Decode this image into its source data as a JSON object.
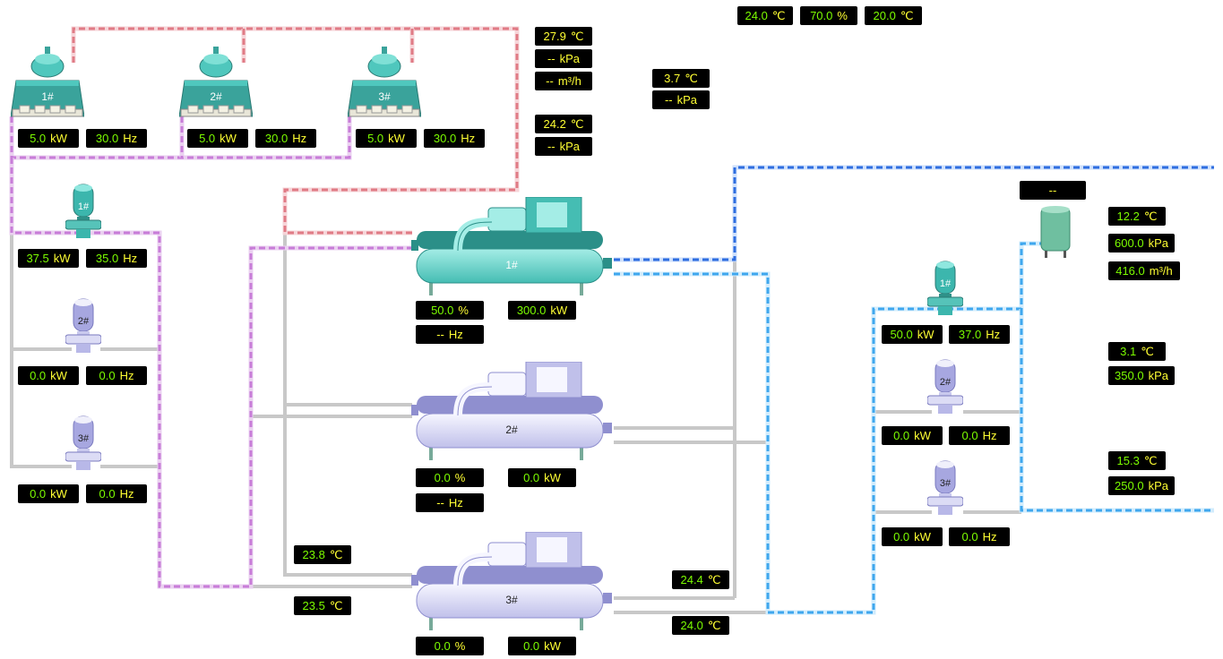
{
  "ambient": {
    "temp": {
      "value": "24.0",
      "unit": "℃"
    },
    "humidity": {
      "value": "70.0",
      "unit": "%"
    },
    "wetbulb": {
      "value": "20.0",
      "unit": "℃"
    }
  },
  "cooling_towers": [
    {
      "label": "1#",
      "power": {
        "value": "5.0",
        "unit": "kW"
      },
      "freq": {
        "value": "30.0",
        "unit": "Hz"
      }
    },
    {
      "label": "2#",
      "power": {
        "value": "5.0",
        "unit": "kW"
      },
      "freq": {
        "value": "30.0",
        "unit": "Hz"
      }
    },
    {
      "label": "3#",
      "power": {
        "value": "5.0",
        "unit": "kW"
      },
      "freq": {
        "value": "30.0",
        "unit": "Hz"
      }
    }
  ],
  "cooling_supply": {
    "temp": {
      "value": "27.9",
      "unit": "℃"
    },
    "pressure": {
      "value": "--",
      "unit": "kPa"
    },
    "flow": {
      "value": "--",
      "unit": "m³/h"
    }
  },
  "cooling_return": {
    "temp": {
      "value": "24.2",
      "unit": "℃"
    },
    "pressure": {
      "value": "--",
      "unit": "kPa"
    }
  },
  "diff": {
    "temp": {
      "value": "3.7",
      "unit": "℃"
    },
    "pressure": {
      "value": "--",
      "unit": "kPa"
    }
  },
  "cooling_pumps": [
    {
      "label": "1#",
      "power": {
        "value": "37.5",
        "unit": "kW"
      },
      "freq": {
        "value": "35.0",
        "unit": "Hz"
      }
    },
    {
      "label": "2#",
      "power": {
        "value": "0.0",
        "unit": "kW"
      },
      "freq": {
        "value": "0.0",
        "unit": "Hz"
      }
    },
    {
      "label": "3#",
      "power": {
        "value": "0.0",
        "unit": "kW"
      },
      "freq": {
        "value": "0.0",
        "unit": "Hz"
      }
    }
  ],
  "chillers": [
    {
      "label": "1#",
      "load": {
        "value": "50.0",
        "unit": "%"
      },
      "power": {
        "value": "300.0",
        "unit": "kW"
      },
      "freq": {
        "value": "--",
        "unit": "Hz"
      }
    },
    {
      "label": "2#",
      "load": {
        "value": "0.0",
        "unit": "%"
      },
      "power": {
        "value": "0.0",
        "unit": "kW"
      },
      "freq": {
        "value": "--",
        "unit": "Hz"
      }
    },
    {
      "label": "3#",
      "load": {
        "value": "0.0",
        "unit": "%"
      },
      "power": {
        "value": "0.0",
        "unit": "kW"
      }
    }
  ],
  "condenser_temps": {
    "in": {
      "value": "23.8",
      "unit": "℃"
    },
    "out": {
      "value": "23.5",
      "unit": "℃"
    }
  },
  "evaporator_temps": {
    "a": {
      "value": "24.4",
      "unit": "℃"
    },
    "b": {
      "value": "24.0",
      "unit": "℃"
    }
  },
  "tank": {
    "label": "--"
  },
  "chilled_supply": {
    "temp": {
      "value": "12.2",
      "unit": "℃"
    },
    "pressure": {
      "value": "600.0",
      "unit": "kPa"
    },
    "flow": {
      "value": "416.0",
      "unit": "m³/h"
    }
  },
  "chilled_mid": {
    "temp": {
      "value": "3.1",
      "unit": "℃"
    },
    "pressure": {
      "value": "350.0",
      "unit": "kPa"
    }
  },
  "chilled_return": {
    "temp": {
      "value": "15.3",
      "unit": "℃"
    },
    "pressure": {
      "value": "250.0",
      "unit": "kPa"
    }
  },
  "chilled_pumps": [
    {
      "label": "1#",
      "power": {
        "value": "50.0",
        "unit": "kW"
      },
      "freq": {
        "value": "37.0",
        "unit": "Hz"
      }
    },
    {
      "label": "2#",
      "power": {
        "value": "0.0",
        "unit": "kW"
      },
      "freq": {
        "value": "0.0",
        "unit": "Hz"
      }
    },
    {
      "label": "3#",
      "power": {
        "value": "0.0",
        "unit": "kW"
      },
      "freq": {
        "value": "0.0",
        "unit": "Hz"
      }
    }
  ],
  "colors": {
    "cooling_supply_pipe": "#e07b86",
    "cooling_return_pipe": "#c87dd8",
    "chilled_pipe": "#3fa7ee",
    "chilled_supply_pipe": "#2f6ee0",
    "idle_pipe": "#c8c8c8",
    "running_equipment": "#3cb6ad",
    "stopped_equipment": "#9a9ad8",
    "value_text": "#7cfc00",
    "unit_text": "#ffff33"
  }
}
